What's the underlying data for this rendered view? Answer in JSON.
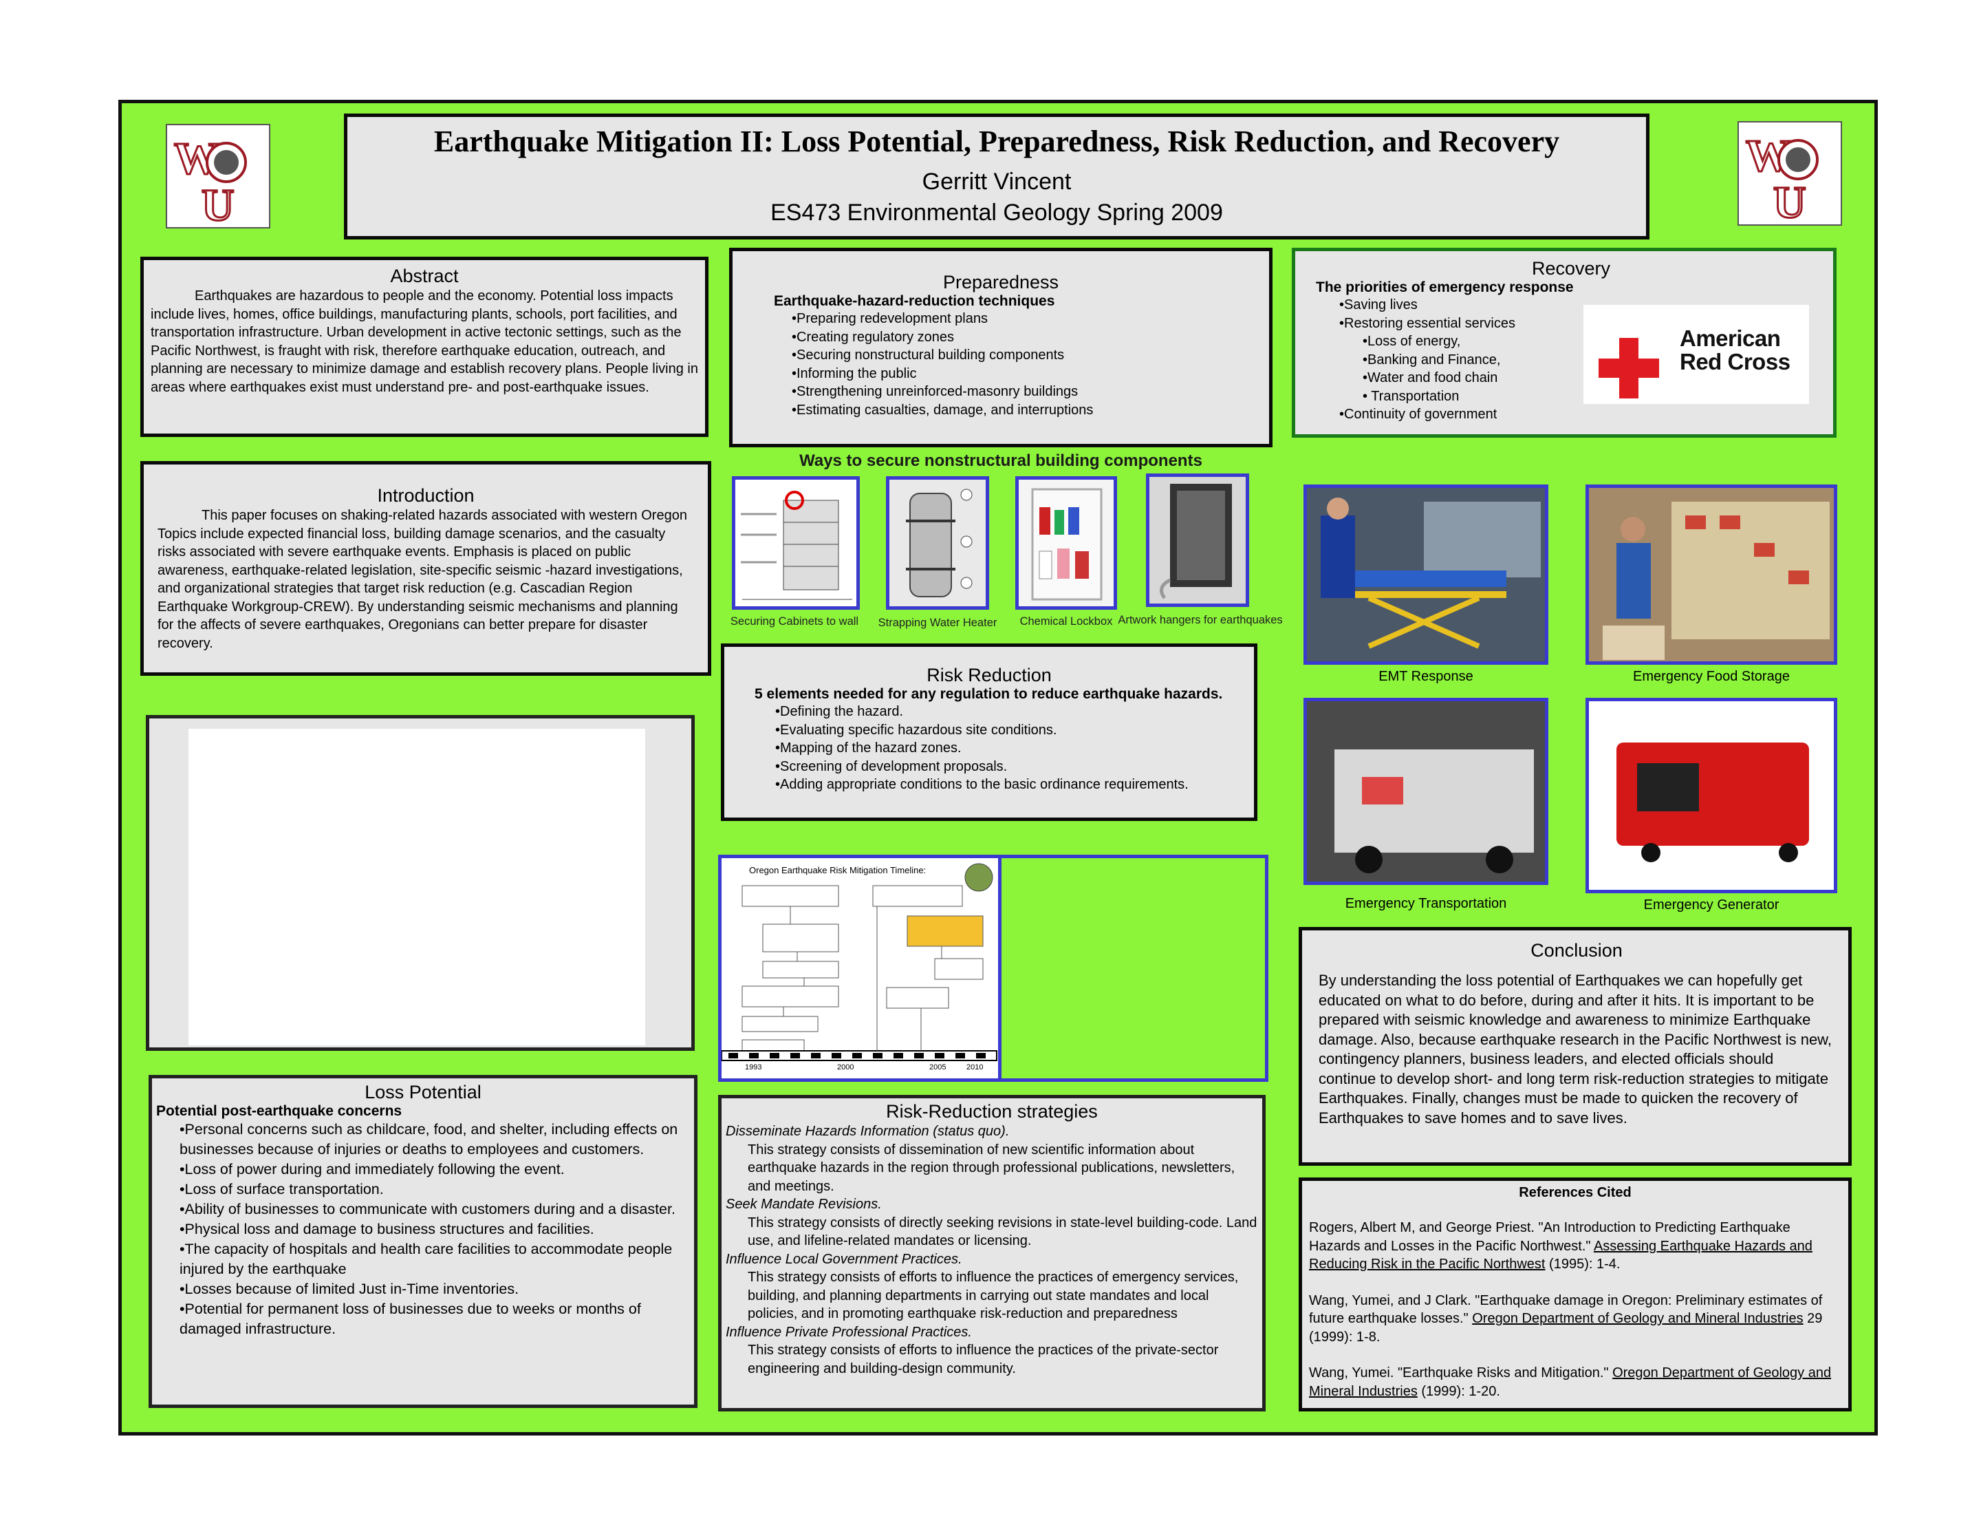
{
  "title": {
    "main": "Earthquake Mitigation II: Loss Potential, Preparedness, Risk Reduction, and Recovery",
    "author": "Gerritt Vincent",
    "course": "ES473 Environmental Geology Spring 2009"
  },
  "logo": {
    "text": "WOU"
  },
  "abstract": {
    "heading": "Abstract",
    "body": "Earthquakes are hazardous to people and the economy. Potential loss impacts include lives, homes, office buildings, manufacturing plants, schools, port facilities, and transportation infrastructure. Urban development in active tectonic settings, such as the Pacific Northwest, is fraught with risk, therefore earthquake education, outreach, and planning are necessary to minimize damage and establish recovery plans. People living in areas where earthquakes exist must understand pre- and post-earthquake issues."
  },
  "introduction": {
    "heading": "Introduction",
    "body": "This paper focuses on shaking-related hazards associated with western Oregon Topics include expected financial loss, building damage scenarios, and the casualty risks associated with severe earthquake events. Emphasis is placed on public awareness, earthquake-related legislation, site-specific seismic -hazard investigations, and organizational strategies that target risk reduction (e.g. Cascadian Region Earthquake Workgroup-CREW). By understanding seismic mechanisms and planning for the affects of severe earthquakes, Oregonians can better prepare for disaster recovery."
  },
  "loss_potential": {
    "heading": "Loss Potential",
    "subheading": "Potential post-earthquake concerns",
    "items": [
      "•Personal concerns such as childcare, food, and shelter, including effects on businesses because of injuries or deaths to employees and customers.",
      "•Loss of power during and immediately following the event.",
      "•Loss of surface transportation.",
      "•Ability of businesses to communicate with customers during and a disaster.",
      "•Physical loss and damage to business structures and facilities.",
      "•The capacity of hospitals and health care facilities to accommodate people injured by the earthquake",
      "•Losses because of limited Just in-Time inventories.",
      "•Potential for permanent loss of businesses due to weeks or months of damaged infrastructure."
    ]
  },
  "preparedness": {
    "heading": "Preparedness",
    "subheading": "Earthquake-hazard-reduction techniques",
    "items": [
      "•Preparing redevelopment plans",
      "•Creating regulatory zones",
      "•Securing nonstructural building components",
      "•Informing the public",
      "•Strengthening unreinforced-masonry buildings",
      "•Estimating casualties, damage, and interruptions"
    ]
  },
  "secure": {
    "heading": "Ways to secure nonstructural building components",
    "captions": [
      "Securing Cabinets to wall",
      "Strapping Water Heater",
      "Chemical Lockbox",
      "Artwork hangers for earthquakes"
    ]
  },
  "risk_reduction": {
    "heading": "Risk Reduction",
    "subheading": "5 elements needed for any regulation to reduce earthquake hazards.",
    "items": [
      "•Defining the hazard.",
      "•Evaluating specific hazardous site conditions.",
      "•Mapping of the hazard zones.",
      "•Screening of development proposals.",
      "•Adding appropriate conditions to the basic ordinance requirements."
    ]
  },
  "timeline": {
    "title": "Oregon Earthquake Risk Mitigation Timeline:",
    "years": [
      "1993",
      "2000",
      "2005",
      "2010"
    ]
  },
  "strategies": {
    "heading": "Risk-Reduction strategies",
    "items": [
      {
        "title": "Disseminate Hazards Information (status quo).",
        "body": "This strategy consists of dissemination of new scientific information about earthquake hazards in the region through professional publications, newsletters, and meetings."
      },
      {
        "title": "Seek Mandate Revisions.",
        "body": "This strategy consists of directly seeking revisions in state-level building-code. Land use, and lifeline-related mandates or licensing."
      },
      {
        "title": "Influence Local Government Practices.",
        "body": "This strategy consists of efforts to influence the practices of emergency services, building, and planning departments in carrying out state mandates and local policies, and in promoting earthquake risk-reduction and preparedness"
      },
      {
        "title": "Influence Private Professional Practices.",
        "body": "This strategy consists of efforts to influence the practices of the private-sector engineering and building-design community."
      }
    ]
  },
  "recovery": {
    "heading": "Recovery",
    "subheading": "The priorities of emergency response",
    "items": [
      {
        "text": "•Saving lives",
        "level": 1
      },
      {
        "text": "•Restoring essential services",
        "level": 1
      },
      {
        "text": "•Loss of energy,",
        "level": 2
      },
      {
        "text": "•Banking and Finance,",
        "level": 2
      },
      {
        "text": "•Water and food chain",
        "level": 2
      },
      {
        "text": "• Transportation",
        "level": 2
      },
      {
        "text": "•Continuity of government",
        "level": 1
      }
    ],
    "red_cross_line1": "American",
    "red_cross_line2": "Red Cross"
  },
  "photos": {
    "emt": "EMT Response",
    "food": "Emergency Food Storage",
    "transport": "Emergency Transportation",
    "generator": "Emergency Generator"
  },
  "conclusion": {
    "heading": "Conclusion",
    "body": "By understanding the loss potential of Earthquakes we can hopefully get educated on  what to do before, during and after it hits.  It is important to be prepared with seismic knowledge and awareness to minimize Earthquake damage.  Also, because earthquake research in the Pacific Northwest is new, contingency planners, business leaders, and elected officials should continue to develop short- and long term risk-reduction strategies to mitigate Earthquakes.  Finally, changes must be made to quicken the recovery of Earthquakes to save homes and to save lives."
  },
  "references": {
    "heading": "References Cited",
    "r1_pre": "Rogers, Albert M, and George Priest. \"An Introduction to Predicting Earthquake Hazards and Losses in the Pacific Northwest.\" ",
    "r1_src": "Assessing Earthquake Hazards and Reducing Risk in the Pacific Northwest",
    "r1_post": " (1995): 1-4.",
    "r2_pre": "Wang, Yumei, and J Clark. \"Earthquake damage in Oregon: Preliminary estimates of future earthquake losses.\" ",
    "r2_src": "Oregon Department of Geology and Mineral Industries",
    "r2_post": " 29 (1999): 1-8.",
    "r3_pre": "Wang, Yumei. \"Earthquake Risks and Mitigation.\" ",
    "r3_src": "Oregon Department of Geology and Mineral Industries",
    "r3_post": " (1999): 1-20."
  }
}
